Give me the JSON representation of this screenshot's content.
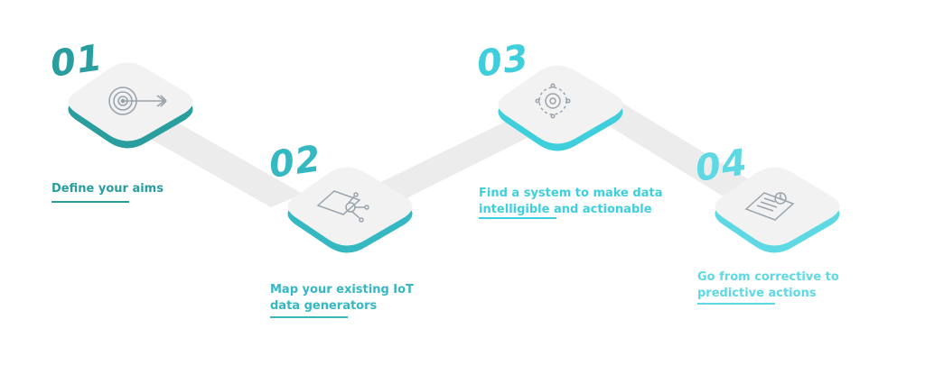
{
  "colors": {
    "teal_dark": "#2a9d9f",
    "teal_mid": "#35b8c2",
    "cyan": "#3fcfdc",
    "cyan_light": "#5ed9e3",
    "tile_top": "#f2f2f3",
    "connector": "#ececed",
    "icon_stroke": "#9aa4ad"
  },
  "steps": [
    {
      "number": "01",
      "label": "Define your aims",
      "icon": "target-icon"
    },
    {
      "number": "02",
      "label": "Map your existing IoT data generators",
      "icon": "tablet-network-icon"
    },
    {
      "number": "03",
      "label": "Find a system to make data intelligible and actionable",
      "icon": "gear-network-icon"
    },
    {
      "number": "04",
      "label": "Go from corrective to predictive actions",
      "icon": "report-chart-icon"
    }
  ]
}
